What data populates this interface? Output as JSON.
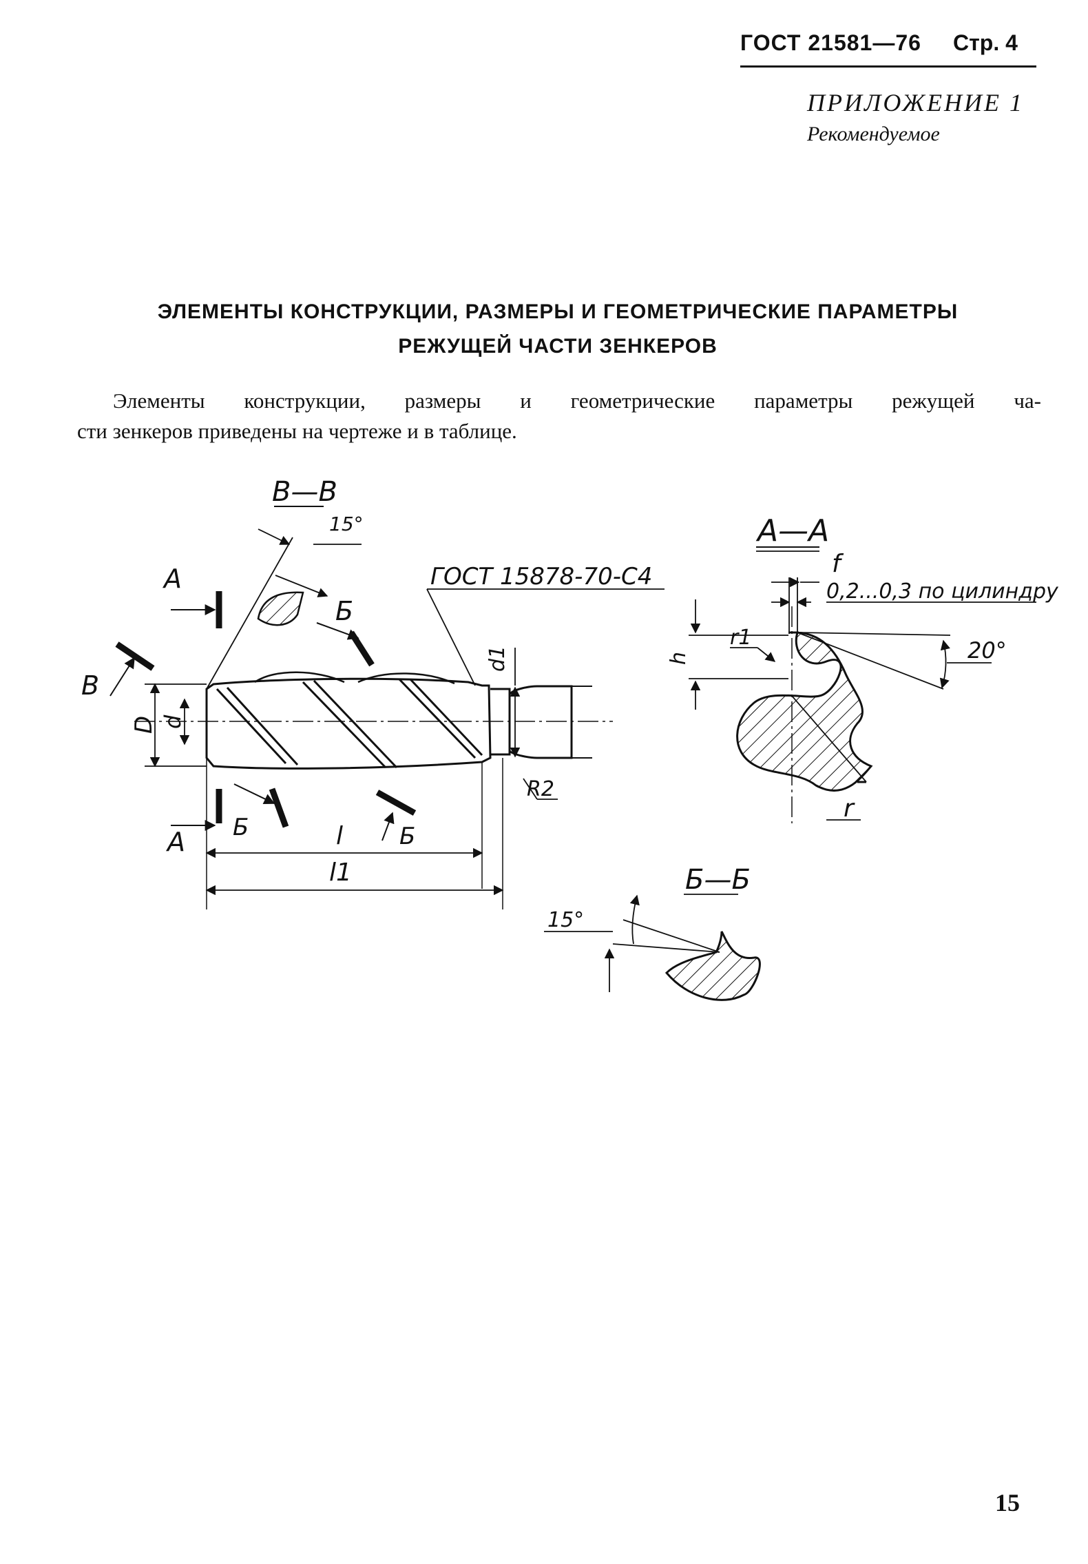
{
  "header": {
    "standard": "ГОСТ 21581—76",
    "page": "Стр. 4"
  },
  "appendix": {
    "title": "ПРИЛОЖЕНИЕ 1",
    "subtitle": "Рекомендуемое"
  },
  "heading": {
    "line1": "ЭЛЕМЕНТЫ КОНСТРУКЦИИ, РАЗМЕРЫ И ГЕОМЕТРИЧЕСКИЕ ПАРАМЕТРЫ",
    "line2": "РЕЖУЩЕЙ ЧАСТИ ЗЕНКЕРОВ"
  },
  "body": {
    "line1": "Элементы конструкции, размеры и геометрические параметры режущей ча-",
    "line2": "сти зенкеров приведены на чертеже и в таблице."
  },
  "drawing": {
    "view_vv": "В—В",
    "angle_vv": "15°",
    "gost_note": "ГОСТ 15878-70-С4",
    "section_aa": "А—А",
    "label_f": "f",
    "cyl_note": "0,2...0,3 по цилиндру",
    "label_r1": "r1",
    "label_h": "h",
    "angle_20": "20°",
    "label_r": "r",
    "label_a": "А",
    "label_b": "Б",
    "label_v": "В",
    "label_D": "D",
    "label_d": "d",
    "label_d1": "d1",
    "label_R2": "R2",
    "label_l": "l",
    "label_l1": "l1",
    "section_bb": "Б—Б",
    "angle_bb": "15°"
  },
  "page_number": "15"
}
